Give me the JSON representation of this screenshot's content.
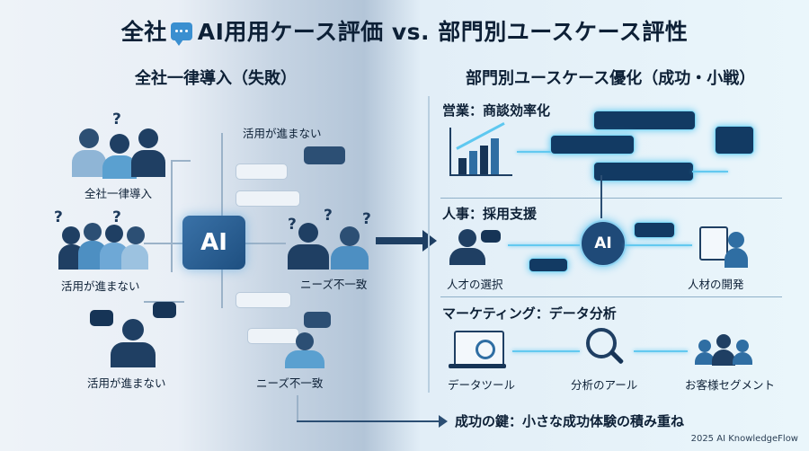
{
  "title": "全社💬 AI用用ケース評価 vs. 部門別ユースケース評性",
  "title_parts": {
    "left": "全社",
    "right": "AI用用ケース評価 vs. 部門別ユースケース評性"
  },
  "left": {
    "heading": "全社一律導入（失敗）",
    "labels": {
      "group_top": "全社一律導入",
      "group_mid": "活用が進まない",
      "group_bottom": "活用が進まない",
      "bubble_top": "活用が進まない",
      "mismatch_1": "ニーズ不一致",
      "mismatch_2": "ニーズ不一致"
    },
    "ai_label": "AI"
  },
  "right": {
    "heading": "部門別ユースケース優化（成功・小戦）",
    "sections": {
      "sales": "営業：商談効率化",
      "hr": "人事：採用支援",
      "marketing": "マーケティング：データ分析"
    },
    "hr_labels": {
      "left": "人才の選択",
      "right": "人材の開発"
    },
    "ai_label": "AI",
    "marketing_labels": {
      "data_tool": "データツール",
      "analysis": "分析のアール",
      "segment": "お客様セグメント"
    },
    "key": "成功の鍵：小さな成功体験の積み重ね"
  },
  "footer": "2025 AI KnowledgeFlow"
}
